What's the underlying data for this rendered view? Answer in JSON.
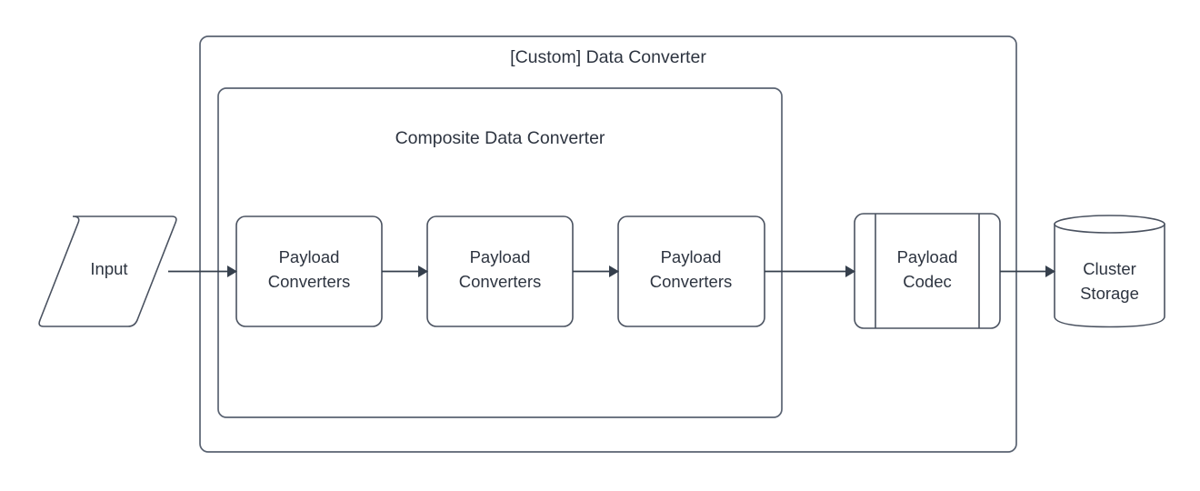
{
  "diagram": {
    "title": "[Custom] Data Converter",
    "type": "flowchart",
    "background_color": "#ffffff",
    "stroke_color": "#4a5260",
    "text_color": "#2d3440",
    "containers": [
      {
        "id": "custom-data-converter",
        "label": "[Custom] Data Converter",
        "shape": "rounded-rectangle"
      },
      {
        "id": "composite-data-converter",
        "label": "Composite Data Converter",
        "shape": "rounded-rectangle"
      }
    ],
    "nodes": [
      {
        "id": "input",
        "label": "Input",
        "shape": "parallelogram"
      },
      {
        "id": "payload-converters-1",
        "label_line1": "Payload",
        "label_line2": "Converters",
        "shape": "rounded-rectangle"
      },
      {
        "id": "payload-converters-2",
        "label_line1": "Payload",
        "label_line2": "Converters",
        "shape": "rounded-rectangle"
      },
      {
        "id": "payload-converters-3",
        "label_line1": "Payload",
        "label_line2": "Converters",
        "shape": "rounded-rectangle"
      },
      {
        "id": "payload-codec",
        "label_line1": "Payload",
        "label_line2": "Codec",
        "shape": "process"
      },
      {
        "id": "cluster-storage",
        "label_line1": "Cluster",
        "label_line2": "Storage",
        "shape": "cylinder"
      }
    ],
    "edges": [
      {
        "id": "edge-input-to-pc1",
        "from": "input",
        "to": "payload-converters-1",
        "arrow": "single"
      },
      {
        "id": "edge-pc1-to-pc2",
        "from": "payload-converters-1",
        "to": "payload-converters-2",
        "arrow": "single"
      },
      {
        "id": "edge-pc2-to-pc3",
        "from": "payload-converters-2",
        "to": "payload-converters-3",
        "arrow": "single"
      },
      {
        "id": "edge-pc3-to-codec",
        "from": "payload-converters-3",
        "to": "payload-codec",
        "arrow": "single"
      },
      {
        "id": "edge-codec-to-storage",
        "from": "payload-codec",
        "to": "cluster-storage",
        "arrow": "single"
      }
    ]
  }
}
